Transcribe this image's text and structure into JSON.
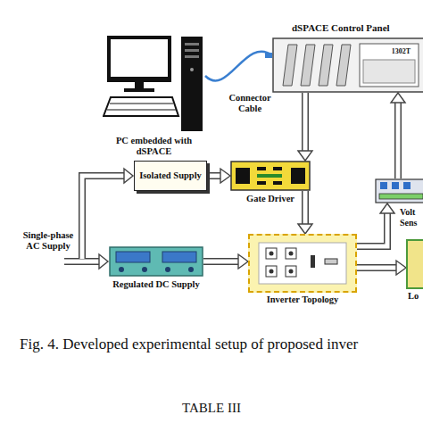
{
  "diagram": {
    "caption": "Fig. 4.  Developed experimental setup of proposed inver",
    "nodes": [
      {
        "text": [
          "PC embedded with dSPACE"
        ]
      },
      {
        "text": [
          "dSPACE Control Panel",
          "1302T"
        ]
      },
      {
        "text": [
          "Isolated Supply"
        ]
      },
      {
        "text": [
          "Gate Driver"
        ]
      },
      {
        "text": [
          "Volt Sens"
        ]
      },
      {
        "text": [
          "Regulated DC Supply"
        ]
      },
      {
        "text": [
          "Inverter Topology"
        ]
      },
      {
        "text": [
          "Lo"
        ]
      }
    ],
    "edges": [
      {
        "from": 0,
        "to": 1,
        "label": "Connector Cable",
        "arrow": "none"
      },
      {
        "from": 1,
        "to": 3,
        "arrow": "to"
      },
      {
        "from": 2,
        "to": 3,
        "arrow": "to"
      },
      {
        "from": 3,
        "to": 6,
        "arrow": "to"
      },
      {
        "from": 5,
        "to": 6,
        "arrow": "to"
      },
      {
        "from": 6,
        "to": 4,
        "arrow": "to"
      },
      {
        "from": 4,
        "to": 1,
        "arrow": "to"
      },
      {
        "from": 6,
        "to": 7,
        "arrow": "to"
      }
    ],
    "labels": [
      "Single-phase AC Supply",
      "TABLE III"
    ]
  }
}
